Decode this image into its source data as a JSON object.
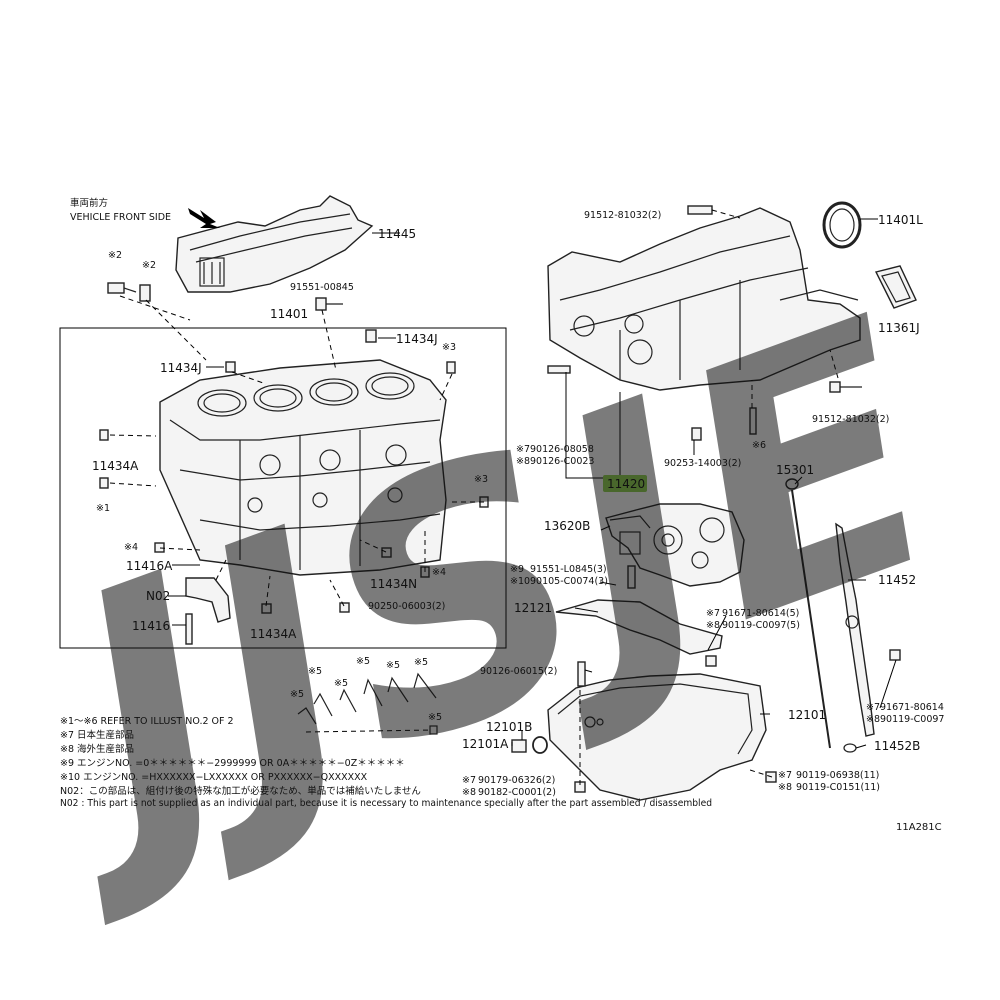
{
  "orientation": {
    "jp": "車両前方",
    "en": "VEHICLE FRONT SIDE"
  },
  "labels": {
    "p11445": "11445",
    "p11401": "11401",
    "p91551_00845": "91551-00845",
    "p11434J_a": "11434J",
    "p11434J_b": "11434J",
    "p11434A_a": "11434A",
    "p11434A_b": "11434A",
    "p11416A": "11416A",
    "p11434N": "11434N",
    "p90250": "90250-06003(2)",
    "pN02": "N02",
    "p11416": "11416",
    "p91512_top": "91512-81032(2)",
    "p11401L": "11401L",
    "p11361J": "11361J",
    "p91512_bot": "91512-81032(2)",
    "p90126_08058": "90126-08058",
    "p90126_C0023": "90126-C0023",
    "p90253": "90253-14003(2)",
    "p11420": "11420",
    "p15301": "15301",
    "p13620B": "13620B",
    "p91551_L0845": "91551-L0845(3)",
    "p90105": "90105-C0074(3)",
    "p12121": "12121",
    "p91671_80614": "91671-80614(5)",
    "p90119_C0097_5": "90119-C0097(5)",
    "p11452": "11452",
    "p90126_06015": "90126-06015(2)",
    "p12101": "12101",
    "p12101B": "12101B",
    "p12101A": "12101A",
    "p91671_r": "91671-80614",
    "p90119_r": "90119-C0097",
    "p11452B": "11452B",
    "p90179": "90179-06326(2)",
    "p90182": "90182-C0001(2)",
    "p90119_06938": "90119-06938(11)",
    "p90119_C0151": "90119-C0151(11)"
  },
  "refs": {
    "m2": "※2",
    "m2b": "※2",
    "m3": "※3",
    "m3b": "※3",
    "m1": "※1",
    "m4": "※4",
    "m4b": "※4",
    "m6": "※6",
    "m5": "※5",
    "m7": "※7",
    "m8": "※8",
    "m9": "※9",
    "m10": "※10"
  },
  "notes": [
    "※1～※6 REFER TO ILLUST NO.2 OF 2",
    "※7 日本生産部品",
    "※8 海外生産部品",
    "※9 エンジンNO. =0＊＊＊＊＊＊−2999999 OR 0A＊＊＊＊＊−0Z＊＊＊＊＊",
    "※10 エンジンNO. =HXXXXXX−LXXXXXX OR PXXXXXX−QXXXXXX",
    "N02：この部品は、組付け後の特殊な加工が必要なため、単品では補給いたしません",
    "N02 : This part is not supplied as an individual part, because it is necessary to maintenance specially after the part assembled / disassembled"
  ],
  "figure_code": "11A281C",
  "watermark": "JJSJE",
  "colors": {
    "highlight": "#8fd14f",
    "watermark": "#f07a85"
  }
}
